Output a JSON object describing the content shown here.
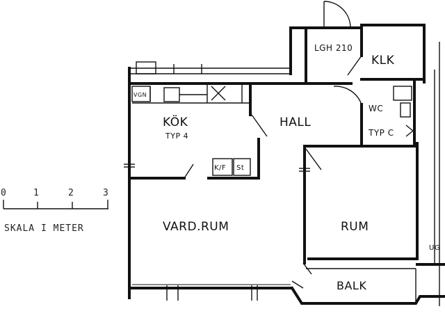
{
  "plan": {
    "unit": "LGH 210",
    "rooms": {
      "kok": "KÖK",
      "kok_type": "TYP 4",
      "hall": "HALL",
      "klk": "KLK",
      "wc": "WC",
      "wc_type": "TYP C",
      "vardrum": "VARD.RUM",
      "rum": "RUM",
      "balk": "BALK"
    },
    "fixtures": {
      "vgn": "VGN",
      "kf": "K/F",
      "st": "St",
      "ug": "UG"
    }
  },
  "scale": {
    "ticks": [
      "0",
      "1",
      "2",
      "3"
    ],
    "caption": "SKALA I METER"
  }
}
